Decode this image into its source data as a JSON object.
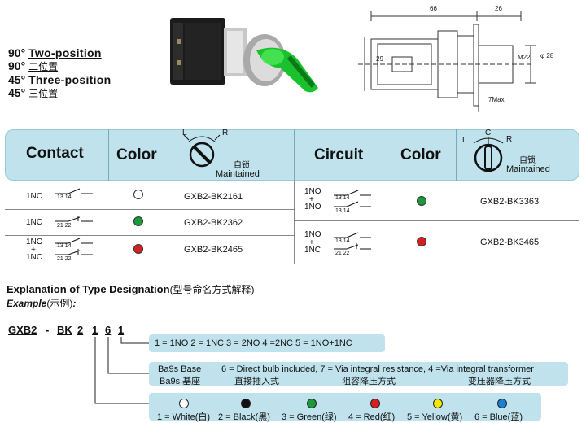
{
  "header": {
    "lines": [
      {
        "deg": "90°",
        "en": "Two-position",
        "cn": ""
      },
      {
        "deg": "90°",
        "en": "",
        "cn": "二位置"
      },
      {
        "deg": "45°",
        "en": "Three-position",
        "cn": ""
      },
      {
        "deg": "45°",
        "en": "",
        "cn": "三位置"
      }
    ],
    "dims": {
      "d66": "66",
      "d26": "26",
      "d29": "29",
      "d28": "φ 28",
      "m22": "M22",
      "max": "7Max"
    }
  },
  "table": {
    "left_headers": {
      "contact": "Contact",
      "color": "Color",
      "cn_lock": "自锁",
      "maintained": "Maintained",
      "l": "L",
      "r": "R"
    },
    "right_headers": {
      "circuit": "Circuit",
      "color": "Color",
      "cn_lock": "自锁",
      "maintained": "Maintained",
      "l": "L",
      "c": "C",
      "r": "R"
    },
    "left_rows": [
      {
        "contact": "1NO",
        "pins": "13   14",
        "color": "#ffffff",
        "model": "GXB2-BK2161"
      },
      {
        "contact": "1NC",
        "pins": "21   22",
        "color": "#1a9a3a",
        "model": "GXB2-BK2362"
      },
      {
        "contact_top": "1NO",
        "plus": "+",
        "contact_bottom": "1NC",
        "pins_top": "13   14",
        "pins_bottom": "21   22",
        "color": "#d62020",
        "model": "GXB2-BK2465"
      }
    ],
    "right_rows": [
      {
        "top": "1NO",
        "plus": "+",
        "bottom": "1NO",
        "pins_top": "13   14",
        "pins_bottom": "13   14",
        "color": "#1a9a3a",
        "model": "GXB2-BK3363"
      },
      {
        "top": "1NO",
        "plus": "+",
        "bottom": "1NC",
        "pins_top": "13   14",
        "pins_bottom": "21   22",
        "color": "#d62020",
        "model": "GXB2-BK3465"
      }
    ]
  },
  "explanation": {
    "title": "Explanation of Type Designation",
    "title_cn": "(型号命名方式解释)",
    "example": "Example",
    "example_cn": "(示例)",
    "colon": ":",
    "code_parts": [
      "GXB2",
      "-",
      "BK",
      "2",
      "1",
      "6",
      "1"
    ],
    "band1": "1 = 1NO   2 = 1NC  3 = 2NO 4 =2NC 5 = 1NO+1NC",
    "band2_left": "Ba9s Base",
    "band2_left_cn": "Ba9s 基座",
    "band2_mid": "6 = Direct bulb included, 7 = Via integral resistance, 4 =Via integral transformer",
    "band2_cn1": "直接插入式",
    "band2_cn2": "阻容降压方式",
    "band2_cn3": "变压器降压方式",
    "colors": [
      {
        "label": "1 = White(白)",
        "hex": "#ffffff"
      },
      {
        "label": "2 = Black(黑)",
        "hex": "#111111"
      },
      {
        "label": "3 =  Green(绿)",
        "hex": "#1a9a3a"
      },
      {
        "label": "4 = Red(红)",
        "hex": "#d62020"
      },
      {
        "label": "5 = Yellow(黄)",
        "hex": "#f2e800"
      },
      {
        "label": "6 = Blue(蓝)",
        "hex": "#1a7fd6"
      }
    ]
  }
}
